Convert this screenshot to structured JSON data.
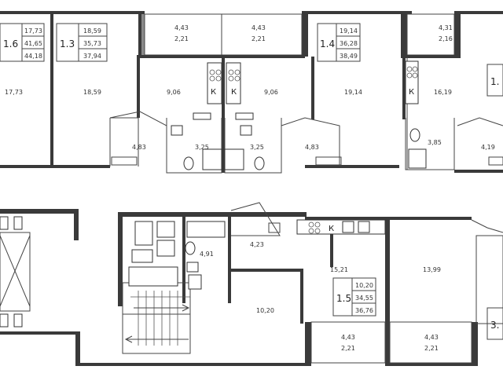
{
  "plan": {
    "units": [
      {
        "id": "1.6",
        "totals": [
          "17,73",
          "41,65",
          "44,18"
        ]
      },
      {
        "id": "1.3",
        "totals": [
          "18,59",
          "35,73",
          "37,94"
        ]
      },
      {
        "id": "1.4",
        "totals": [
          "19,14",
          "36,28",
          "38,49"
        ]
      },
      {
        "id": "1.5",
        "totals": [
          "10,20",
          "34,55",
          "36,76"
        ]
      },
      {
        "id": "1.",
        "totals": []
      },
      {
        "id": "3.",
        "totals": []
      }
    ],
    "rooms": {
      "r_a": "17,73",
      "r_b": "18,59",
      "r_c": "9,06",
      "r_d": "9,06",
      "r_e": "19,14",
      "r_f": "16,19",
      "r_g": "4,83",
      "r_h": "3,25",
      "r_i": "3,25",
      "r_j": "4,83",
      "r_k": "3,85",
      "r_l": "4,19",
      "r_m": "4,91",
      "r_n": "4,23",
      "r_o": "15,21",
      "r_p": "13,99",
      "r_q": "10,20",
      "b1a": "4,43",
      "b1b": "2,21",
      "b2a": "4,43",
      "b2b": "2,21",
      "b3a": "4,31",
      "b3b": "2,16",
      "b4a": "4,43",
      "b4b": "2,21",
      "b5a": "4,43",
      "b5b": "2,21"
    },
    "kitchen_mark": "К"
  }
}
